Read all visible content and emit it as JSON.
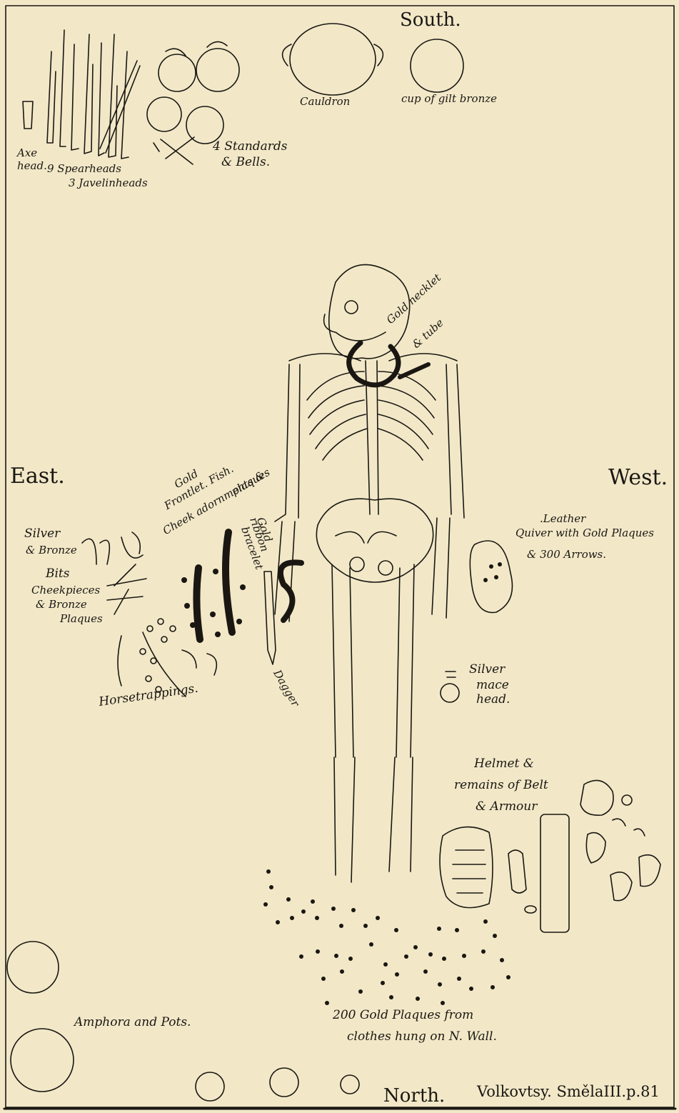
{
  "directions": {
    "south": "South.",
    "east": "East.",
    "west": "West.",
    "north": "North."
  },
  "labels": {
    "axe_head": [
      "Axe",
      "head."
    ],
    "spearheads": "9 Spearheads",
    "javelinheads": "3 Javelinheads",
    "standards": "4 Standards",
    "bells": "& Bells.",
    "cauldron": "Cauldron",
    "cup": "cup of gilt bronze",
    "gold_necklet": "Gold necklet",
    "tube": "& tube",
    "gold_frontlet": [
      "Gold",
      "Frontlet. Fish.",
      "Cheek adornments &",
      "plaques"
    ],
    "gold_ribbon_bracelet": [
      "Gold",
      "ribbon",
      "bracelet"
    ],
    "silver_bronze_bits": [
      "Silver",
      "& Bronze",
      "Bits",
      "Cheekpieces",
      "& Bronze",
      "Plaques"
    ],
    "horsetrappings": "Horsetrappings.",
    "dagger": "Dagger",
    "leather_quiver": [
      ".Leather",
      "Quiver with Gold Plaques",
      "& 300 Arrows."
    ],
    "silver_mace": [
      "Silver",
      "mace",
      "head."
    ],
    "helmet": [
      "Helmet &",
      "remains of Belt",
      "& Armour"
    ],
    "gold_plaques_200": [
      "200 Gold Plaques from",
      "clothes hung on N. Wall."
    ],
    "amphora": "Amphora and Pots.",
    "attribution": "Volkovtsy. SmělaIII.p.81"
  }
}
